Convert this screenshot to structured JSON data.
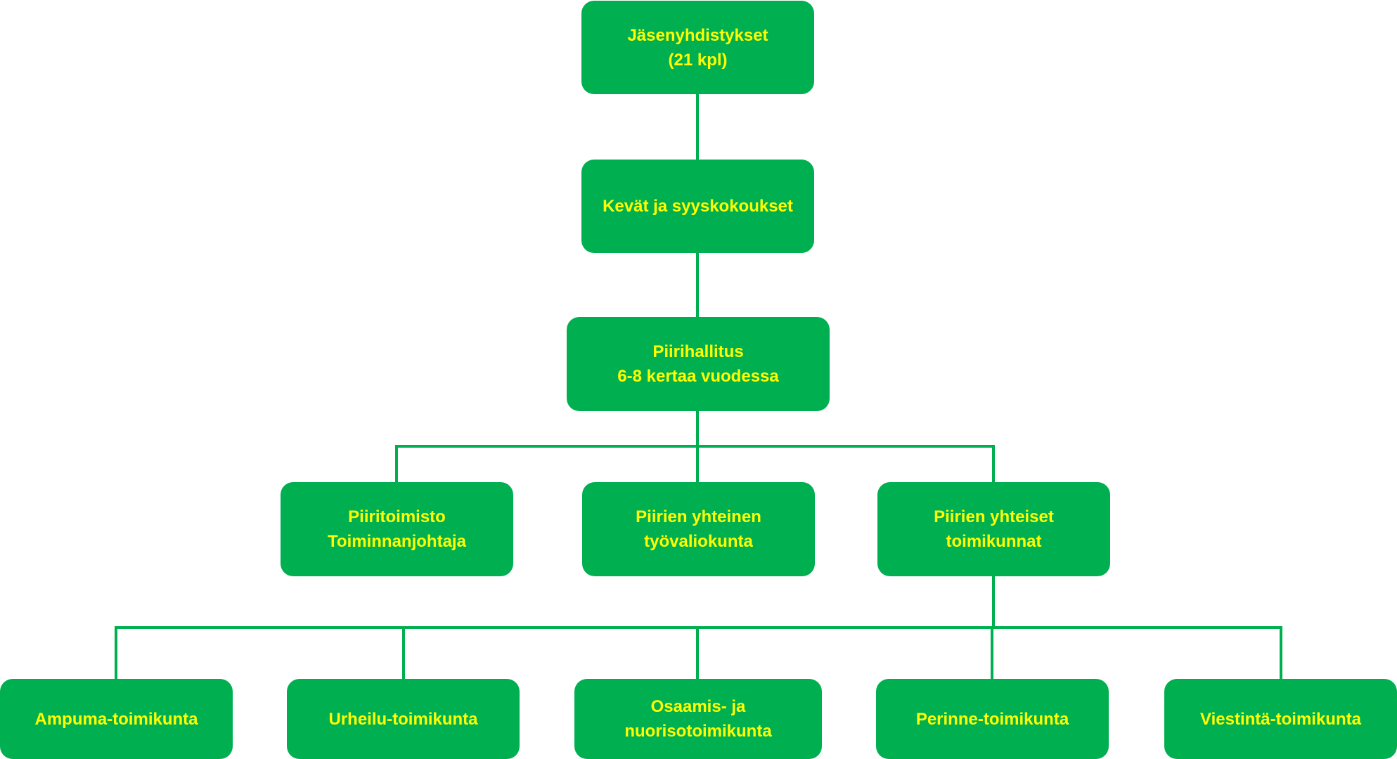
{
  "colors": {
    "box_fill": "#00b050",
    "box_text": "#ffff00",
    "connector": "#00b050",
    "background": "#ffffff"
  },
  "nodes": {
    "members": {
      "line1": "Jäsenyhdistykset",
      "line2": "(21 kpl)"
    },
    "meetings": {
      "line1": "Kevät ja syyskokoukset"
    },
    "board": {
      "line1": "Piirihallitus",
      "line2": "6-8 kertaa vuodessa"
    },
    "office": {
      "line1": "Piiritoimisto",
      "line2": "Toiminnanjohtaja"
    },
    "work_committee": {
      "line1": "Piirien yhteinen",
      "line2": "työvaliokunta"
    },
    "joint_committees": {
      "line1": "Piirien yhteiset",
      "line2": "toimikunnat"
    },
    "shooting": {
      "line1": "Ampuma-toimikunta"
    },
    "sports": {
      "line1": "Urheilu-toimikunta"
    },
    "skills_youth": {
      "line1": "Osaamis- ja",
      "line2": "nuorisotoimikunta"
    },
    "heritage": {
      "line1": "Perinne-toimikunta"
    },
    "communications": {
      "line1": "Viestintä-toimikunta"
    }
  }
}
